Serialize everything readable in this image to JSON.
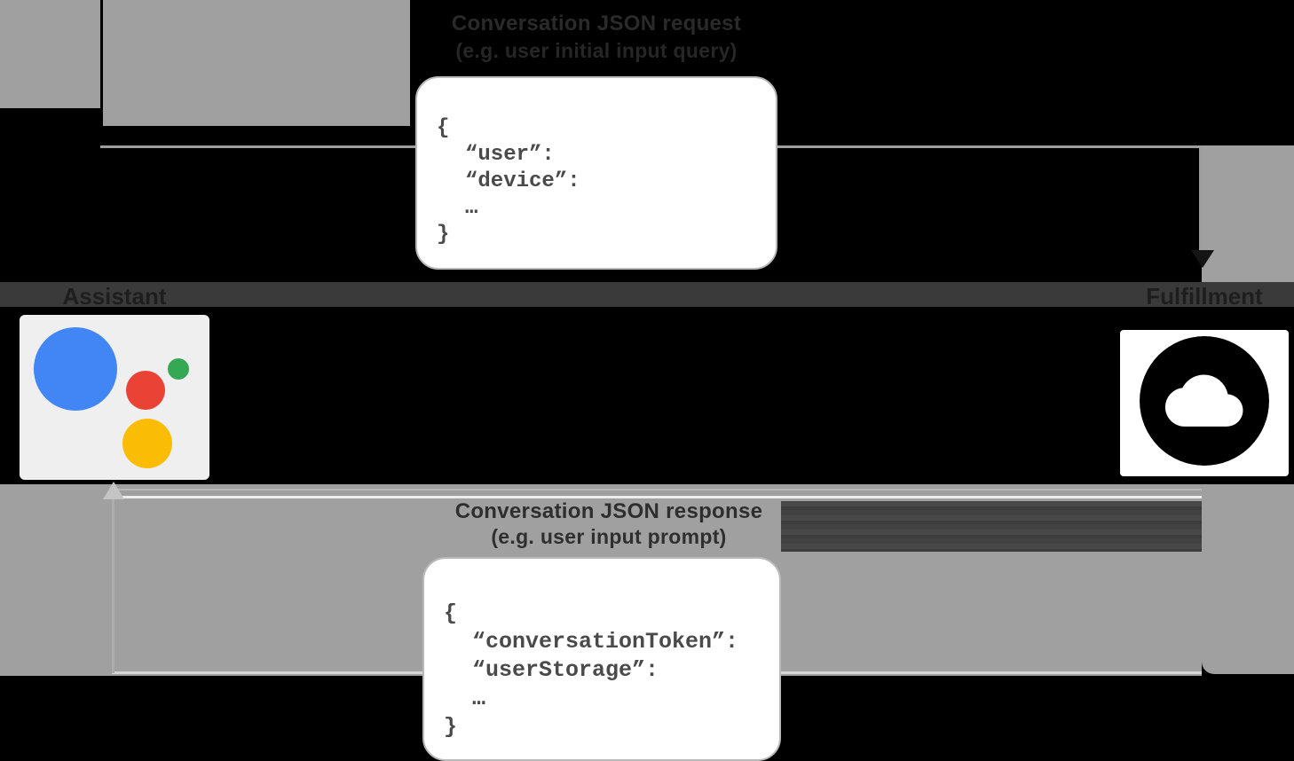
{
  "diagram": {
    "request": {
      "label_line1": "Conversation JSON request",
      "label_line2": "(e.g. user initial input query)",
      "json_lines": [
        "{",
        "“user”:",
        "“device”:",
        "…",
        "}"
      ]
    },
    "response": {
      "label_line1": "Conversation JSON response",
      "label_line2": "(e.g. user input prompt)",
      "json_lines": [
        "{",
        "“conversationToken”:",
        "“userStorage”:",
        "…",
        "}"
      ]
    },
    "actors": {
      "assistant": {
        "label": "Assistant",
        "icon": "google-assistant-logo",
        "logo_colors": {
          "blue": "#4285F4",
          "red": "#EA4335",
          "green": "#34A853",
          "yellow": "#FBBC05"
        }
      },
      "fulfillment": {
        "label": "Fulfillment",
        "icon": "cloud-icon",
        "icon_color": "#000000"
      }
    },
    "colors": {
      "background": "#000000",
      "panel_gray": "#A0A0A0",
      "label_band": "#3A3A3A",
      "box_white": "#FFFFFF",
      "assistant_card": "#EFEFEF"
    }
  }
}
